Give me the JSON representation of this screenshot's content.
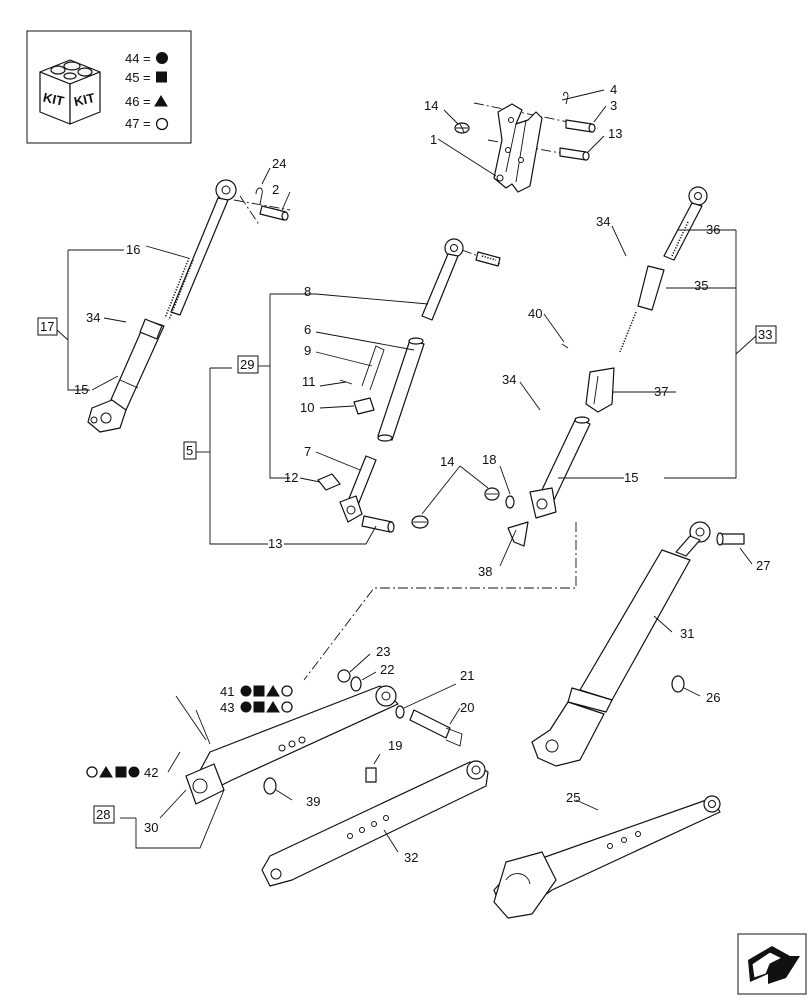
{
  "kit_legend": {
    "kit_label": "KIT",
    "entries": [
      {
        "num": "44",
        "eq": "=",
        "symbol": "circle-filled"
      },
      {
        "num": "45",
        "eq": "=",
        "symbol": "square-filled"
      },
      {
        "num": "46",
        "eq": "=",
        "symbol": "triangle-filled"
      },
      {
        "num": "47",
        "eq": "=",
        "symbol": "circle-open"
      }
    ]
  },
  "callouts": [
    {
      "id": "c4",
      "text": "4"
    },
    {
      "id": "c3",
      "text": "3"
    },
    {
      "id": "c14a",
      "text": "14"
    },
    {
      "id": "c13a",
      "text": "13"
    },
    {
      "id": "c1",
      "text": "1"
    },
    {
      "id": "c24",
      "text": "24"
    },
    {
      "id": "c2",
      "text": "2"
    },
    {
      "id": "c16",
      "text": "16"
    },
    {
      "id": "c34a",
      "text": "34"
    },
    {
      "id": "c15a",
      "text": "15"
    },
    {
      "id": "c8",
      "text": "8"
    },
    {
      "id": "c6",
      "text": "6"
    },
    {
      "id": "c9",
      "text": "9"
    },
    {
      "id": "c11",
      "text": "11"
    },
    {
      "id": "c10",
      "text": "10"
    },
    {
      "id": "c7",
      "text": "7"
    },
    {
      "id": "c12",
      "text": "12"
    },
    {
      "id": "c13b",
      "text": "13"
    },
    {
      "id": "c34b",
      "text": "34"
    },
    {
      "id": "c36",
      "text": "36"
    },
    {
      "id": "c35",
      "text": "35"
    },
    {
      "id": "c40",
      "text": "40"
    },
    {
      "id": "c34c",
      "text": "34"
    },
    {
      "id": "c37",
      "text": "37"
    },
    {
      "id": "c15b",
      "text": "15"
    },
    {
      "id": "c14b",
      "text": "14"
    },
    {
      "id": "c18",
      "text": "18"
    },
    {
      "id": "c38",
      "text": "38"
    },
    {
      "id": "c27",
      "text": "27"
    },
    {
      "id": "c31",
      "text": "31"
    },
    {
      "id": "c26",
      "text": "26"
    },
    {
      "id": "c23",
      "text": "23"
    },
    {
      "id": "c22",
      "text": "22"
    },
    {
      "id": "c21",
      "text": "21"
    },
    {
      "id": "c20",
      "text": "20"
    },
    {
      "id": "c19",
      "text": "19"
    },
    {
      "id": "c39",
      "text": "39"
    },
    {
      "id": "c30",
      "text": "30"
    },
    {
      "id": "c32",
      "text": "32"
    },
    {
      "id": "c25",
      "text": "25"
    }
  ],
  "assemblies": [
    {
      "id": "a17",
      "text": "17"
    },
    {
      "id": "a29",
      "text": "29"
    },
    {
      "id": "a5",
      "text": "5"
    },
    {
      "id": "a33",
      "text": "33"
    },
    {
      "id": "a28",
      "text": "28"
    }
  ],
  "kit_callouts": [
    {
      "id": "k41",
      "text": "41",
      "symbols": [
        "circle-filled",
        "square-filled",
        "triangle-filled",
        "circle-open"
      ]
    },
    {
      "id": "k43",
      "text": "43",
      "symbols": [
        "circle-filled",
        "square-filled",
        "triangle-filled",
        "circle-open"
      ]
    },
    {
      "id": "k42",
      "text": "42",
      "symbols": [
        "circle-open",
        "triangle-filled",
        "square-filled",
        "circle-filled"
      ]
    }
  ],
  "nav": {
    "icon": "next-page-arrow-icon"
  }
}
